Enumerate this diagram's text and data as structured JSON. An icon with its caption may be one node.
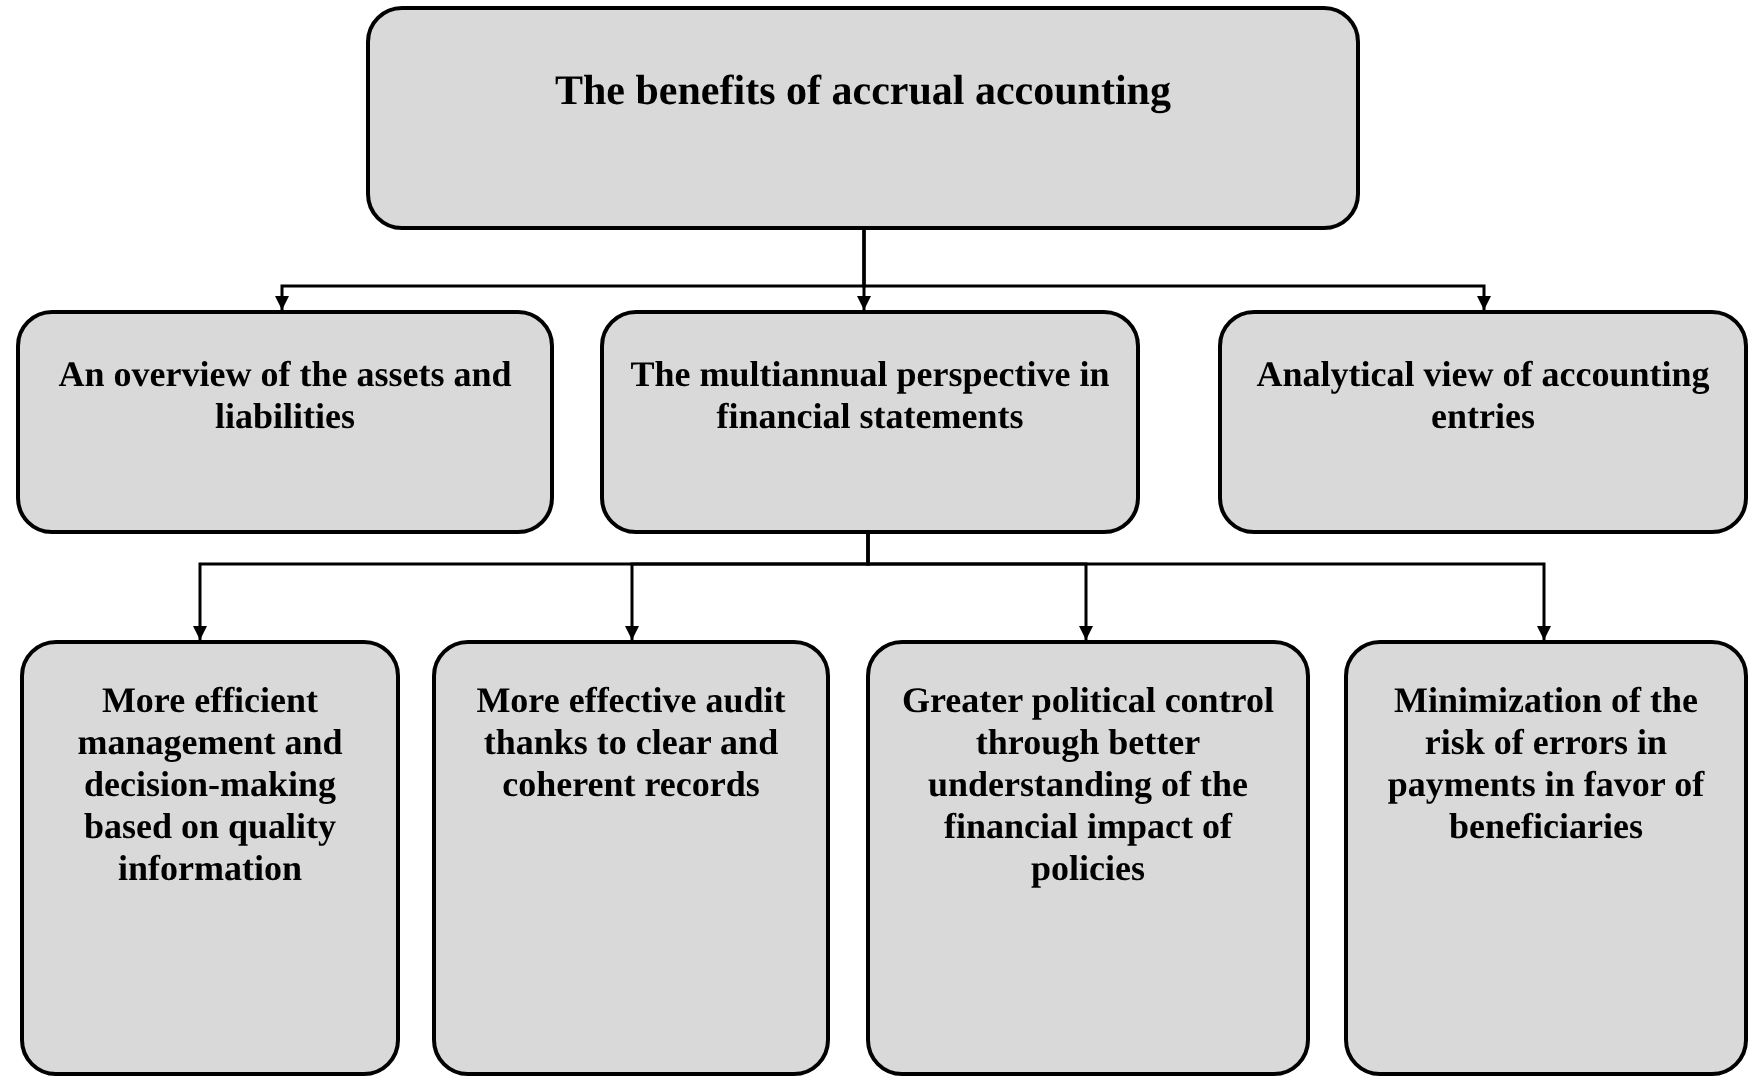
{
  "diagram": {
    "nodes": [
      {
        "text": [
          "The benefits of accrual accounting"
        ]
      },
      {
        "text": [
          "An overview of the assets and liabilities"
        ]
      },
      {
        "text": [
          "The multiannual perspective in financial statements"
        ]
      },
      {
        "text": [
          "Analytical view of accounting entries"
        ]
      },
      {
        "text": [
          "More efficient management and decision-making based on quality information"
        ]
      },
      {
        "text": [
          "More effective audit thanks to clear and coherent records"
        ]
      },
      {
        "text": [
          "Greater political control through better understanding of the financial impact of policies"
        ]
      },
      {
        "text": [
          "Minimization of the risk of errors in payments in favor of beneficiaries"
        ]
      }
    ],
    "edges": [
      {
        "from": 0,
        "to": 1,
        "arrow": "to"
      },
      {
        "from": 0,
        "to": 2,
        "arrow": "to"
      },
      {
        "from": 0,
        "to": 3,
        "arrow": "to"
      },
      {
        "from": 2,
        "to": 4,
        "arrow": "to"
      },
      {
        "from": 2,
        "to": 5,
        "arrow": "to"
      },
      {
        "from": 2,
        "to": 6,
        "arrow": "to"
      },
      {
        "from": 2,
        "to": 7,
        "arrow": "to"
      }
    ]
  }
}
